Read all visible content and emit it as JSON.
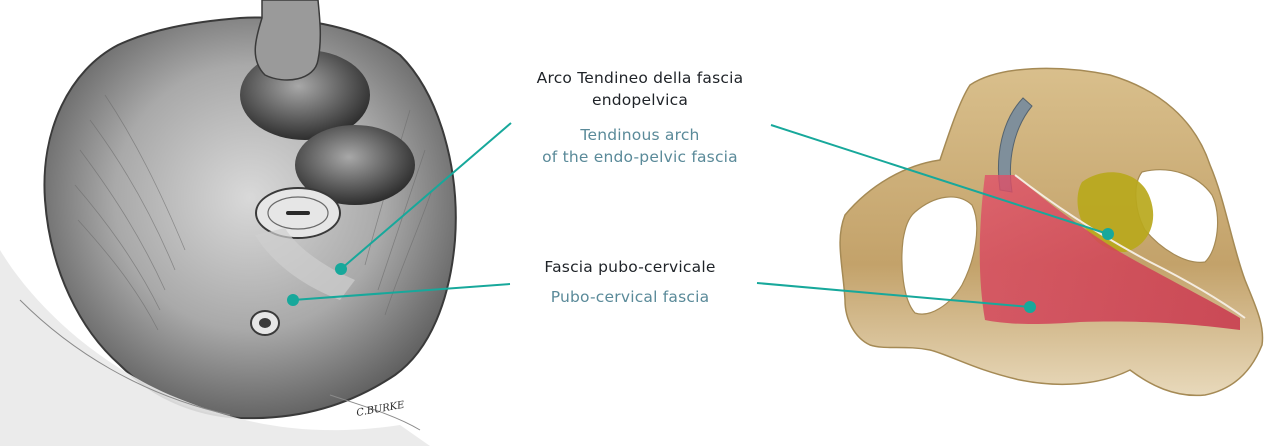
{
  "labels": {
    "arch": {
      "it_line1": "Arco Tendineo della fascia",
      "it_line2": "endopelvica",
      "en_line1": "Tendinous arch",
      "en_line2": "of the endo-pelvic fascia"
    },
    "fascia": {
      "it": "Fascia pubo-cervicale",
      "en": "Pubo-cervical fascia"
    }
  },
  "signature": "C.BURKE",
  "colors": {
    "leader": "#17a89b",
    "italian_text": "#1f2328",
    "english_text": "#5a8a99",
    "fascia_red": "#d63a55",
    "arch_yellow": "#b9a81c",
    "bone": "#c8a76e",
    "catheter": "#7f8f9b"
  }
}
